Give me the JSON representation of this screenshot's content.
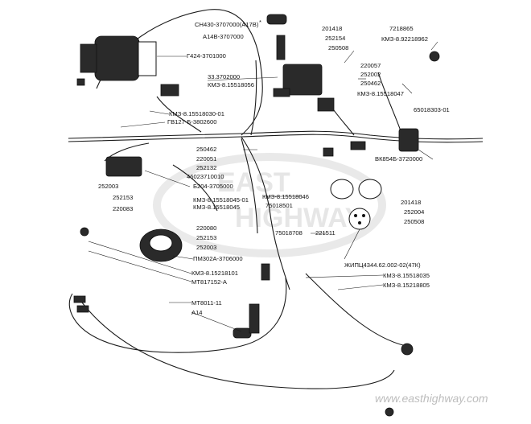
{
  "watermark": "www.easthighway.com",
  "labels": {
    "sn430": "СН430-3707000(А17В)",
    "asterisk": "*",
    "a14v": "А14В-3707000",
    "g424": "Г424-3701000",
    "r33": "33.3702000",
    "kmz56": "КМЗ-8.15518056",
    "kmz30": "КМЗ-8.15518030-01",
    "gv127": "ГВ127-Б-3802600",
    "p201418a": "201418",
    "p252154": "252154",
    "p250508a": "250508",
    "p7218865": "7218865",
    "kmz8962": "КМЗ-8.92218962",
    "p220057": "220057",
    "p252002": "252002",
    "p250462a": "250462",
    "kmz47": "КМЗ-8.15518047",
    "p650183": "65018303-01",
    "vk854": "ВК854Б-3720000",
    "p250462b": "250462",
    "p220051": "220051",
    "p252132": "252132",
    "p4602": "46023710010",
    "b204": "Б204-3705000",
    "p252003a": "252003",
    "p252153a": "252153",
    "p220083": "220083",
    "kmz45_01": "КМЗ-8.15518045-01",
    "kmz45": "КМЗ-8.15518045",
    "kmz46": "КМЗ-8.15518046",
    "p750185": "75018501",
    "p201418b": "201418",
    "p252004": "252004",
    "p250508b": "250508",
    "p750187": "75018708",
    "p221511": "221511",
    "p220080": "220080",
    "p252153b": "252153",
    "p252003b": "252003",
    "pm302": "ПМ302А-3706000",
    "zhipts": "ЖИПЦ4344.62.002-02(47К)",
    "kmz35": "КМЗ-8.15518035",
    "kmz8101": "КМЗ-8.15218101",
    "mt817": "МТ817152-А",
    "kmz8805": "КМЗ-8.15218805",
    "mt8011": "МТ8011-11",
    "a14": "А14"
  }
}
